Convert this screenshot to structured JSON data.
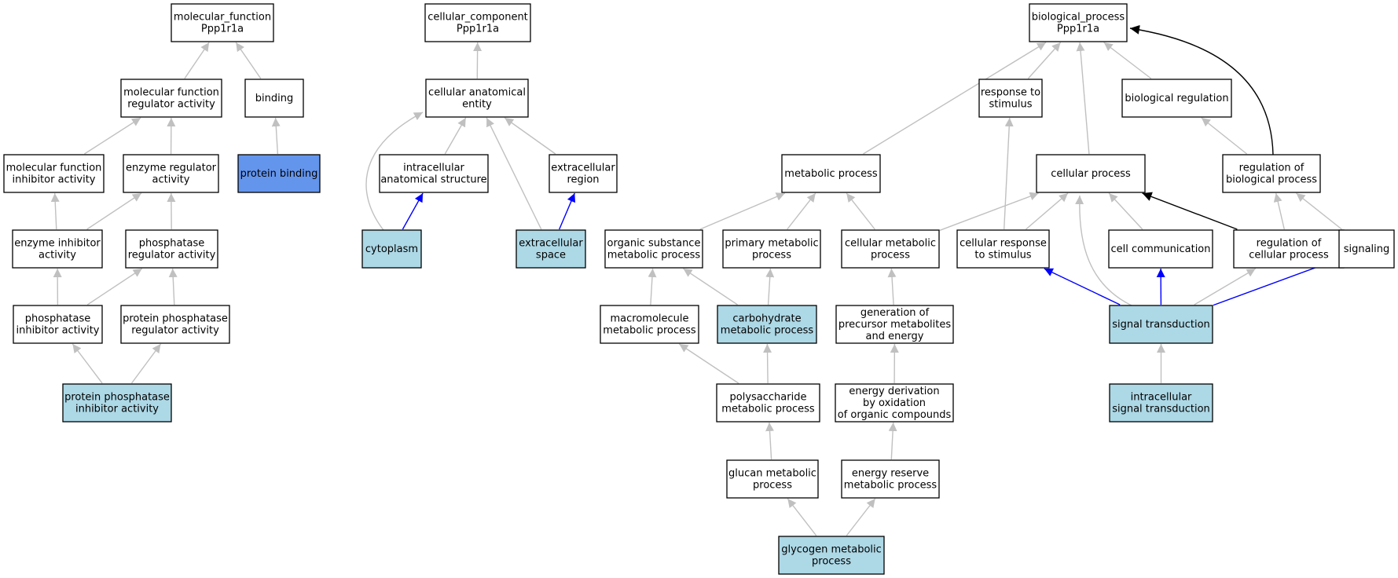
{
  "colors": {
    "default_fill": "#ffffff",
    "annotated_fill": "#add8e6",
    "query_fill": "#6495ed",
    "edge_gray": "#c0c0c0",
    "edge_blue": "#0000ff",
    "edge_black": "#000000"
  },
  "nodes": [
    {
      "id": "mf",
      "lines": [
        "molecular_function",
        "Ppp1r1a"
      ]
    },
    {
      "id": "mfra",
      "lines": [
        "molecular function",
        "regulator activity"
      ]
    },
    {
      "id": "binding",
      "lines": [
        "binding"
      ]
    },
    {
      "id": "mfia",
      "lines": [
        "molecular function",
        "inhibitor activity"
      ]
    },
    {
      "id": "era",
      "lines": [
        "enzyme regulator",
        "activity"
      ]
    },
    {
      "id": "pb",
      "lines": [
        "protein binding"
      ],
      "style": "query"
    },
    {
      "id": "eia",
      "lines": [
        "enzyme inhibitor",
        "activity"
      ]
    },
    {
      "id": "phra",
      "lines": [
        "phosphatase",
        "regulator activity"
      ]
    },
    {
      "id": "phia",
      "lines": [
        "phosphatase",
        "inhibitor activity"
      ]
    },
    {
      "id": "ppra",
      "lines": [
        "protein phosphatase",
        "regulator activity"
      ]
    },
    {
      "id": "ppia",
      "lines": [
        "protein phosphatase",
        "inhibitor activity"
      ],
      "style": "annotated"
    },
    {
      "id": "cc",
      "lines": [
        "cellular_component",
        "Ppp1r1a"
      ]
    },
    {
      "id": "cae",
      "lines": [
        "cellular anatomical",
        "entity"
      ]
    },
    {
      "id": "ias",
      "lines": [
        "intracellular",
        "anatomical structure"
      ]
    },
    {
      "id": "er",
      "lines": [
        "extracellular",
        "region"
      ]
    },
    {
      "id": "cyto",
      "lines": [
        "cytoplasm"
      ],
      "style": "annotated"
    },
    {
      "id": "es",
      "lines": [
        "extracellular",
        "space"
      ],
      "style": "annotated"
    },
    {
      "id": "bp",
      "lines": [
        "biological_process",
        "Ppp1r1a"
      ]
    },
    {
      "id": "rts",
      "lines": [
        "response to",
        "stimulus"
      ]
    },
    {
      "id": "breg",
      "lines": [
        "biological regulation"
      ]
    },
    {
      "id": "mp",
      "lines": [
        "metabolic process"
      ]
    },
    {
      "id": "cp",
      "lines": [
        "cellular process"
      ]
    },
    {
      "id": "rbp",
      "lines": [
        "regulation of",
        "biological process"
      ]
    },
    {
      "id": "osmp",
      "lines": [
        "organic substance",
        "metabolic process"
      ]
    },
    {
      "id": "pmp",
      "lines": [
        "primary metabolic",
        "process"
      ]
    },
    {
      "id": "cmp",
      "lines": [
        "cellular metabolic",
        "process"
      ]
    },
    {
      "id": "crts",
      "lines": [
        "cellular response",
        "to stimulus"
      ]
    },
    {
      "id": "ccom",
      "lines": [
        "cell communication"
      ]
    },
    {
      "id": "rcp",
      "lines": [
        "regulation of",
        "cellular process"
      ]
    },
    {
      "id": "sig",
      "lines": [
        "signaling"
      ]
    },
    {
      "id": "mmp",
      "lines": [
        "macromolecule",
        "metabolic process"
      ]
    },
    {
      "id": "chmp",
      "lines": [
        "carbohydrate",
        "metabolic process"
      ],
      "style": "annotated"
    },
    {
      "id": "gpme",
      "lines": [
        "generation of",
        "precursor metabolites",
        "and energy"
      ]
    },
    {
      "id": "st",
      "lines": [
        "signal transduction"
      ],
      "style": "annotated"
    },
    {
      "id": "psmp",
      "lines": [
        "polysaccharide",
        "metabolic process"
      ]
    },
    {
      "id": "edoc",
      "lines": [
        "energy derivation",
        "by oxidation",
        "of organic compounds"
      ]
    },
    {
      "id": "ist",
      "lines": [
        "intracellular",
        "signal transduction"
      ],
      "style": "annotated"
    },
    {
      "id": "gmp",
      "lines": [
        "glucan metabolic",
        "process"
      ]
    },
    {
      "id": "ermp",
      "lines": [
        "energy reserve",
        "metabolic process"
      ]
    },
    {
      "id": "glymp",
      "lines": [
        "glycogen metabolic",
        "process"
      ],
      "style": "annotated"
    }
  ],
  "edges": [
    {
      "from": "mfra",
      "to": "mf",
      "kind": "is_a"
    },
    {
      "from": "binding",
      "to": "mf",
      "kind": "is_a"
    },
    {
      "from": "mfia",
      "to": "mfra",
      "kind": "is_a"
    },
    {
      "from": "era",
      "to": "mfra",
      "kind": "is_a"
    },
    {
      "from": "pb",
      "to": "binding",
      "kind": "is_a"
    },
    {
      "from": "eia",
      "to": "mfia",
      "kind": "is_a"
    },
    {
      "from": "eia",
      "to": "era",
      "kind": "is_a"
    },
    {
      "from": "phra",
      "to": "era",
      "kind": "is_a"
    },
    {
      "from": "phia",
      "to": "eia",
      "kind": "is_a"
    },
    {
      "from": "phia",
      "to": "phra",
      "kind": "is_a"
    },
    {
      "from": "ppra",
      "to": "phra",
      "kind": "is_a"
    },
    {
      "from": "ppia",
      "to": "phia",
      "kind": "is_a"
    },
    {
      "from": "ppia",
      "to": "ppra",
      "kind": "is_a"
    },
    {
      "from": "cae",
      "to": "cc",
      "kind": "is_a"
    },
    {
      "from": "ias",
      "to": "cae",
      "kind": "is_a"
    },
    {
      "from": "er",
      "to": "cae",
      "kind": "is_a"
    },
    {
      "from": "cyto",
      "to": "cae",
      "kind": "is_a"
    },
    {
      "from": "cyto",
      "to": "ias",
      "kind": "part_of"
    },
    {
      "from": "es",
      "to": "cae",
      "kind": "is_a"
    },
    {
      "from": "es",
      "to": "er",
      "kind": "part_of"
    },
    {
      "from": "rts",
      "to": "bp",
      "kind": "is_a"
    },
    {
      "from": "breg",
      "to": "bp",
      "kind": "is_a"
    },
    {
      "from": "mp",
      "to": "bp",
      "kind": "is_a"
    },
    {
      "from": "cp",
      "to": "bp",
      "kind": "is_a"
    },
    {
      "from": "rbp",
      "to": "bp",
      "kind": "regulates"
    },
    {
      "from": "rbp",
      "to": "breg",
      "kind": "is_a"
    },
    {
      "from": "osmp",
      "to": "mp",
      "kind": "is_a"
    },
    {
      "from": "pmp",
      "to": "mp",
      "kind": "is_a"
    },
    {
      "from": "cmp",
      "to": "mp",
      "kind": "is_a"
    },
    {
      "from": "cmp",
      "to": "cp",
      "kind": "is_a"
    },
    {
      "from": "crts",
      "to": "rts",
      "kind": "is_a"
    },
    {
      "from": "crts",
      "to": "cp",
      "kind": "is_a"
    },
    {
      "from": "ccom",
      "to": "cp",
      "kind": "is_a"
    },
    {
      "from": "rcp",
      "to": "cp",
      "kind": "regulates"
    },
    {
      "from": "rcp",
      "to": "rbp",
      "kind": "is_a"
    },
    {
      "from": "sig",
      "to": "rbp",
      "kind": "is_a"
    },
    {
      "from": "mmp",
      "to": "osmp",
      "kind": "is_a"
    },
    {
      "from": "chmp",
      "to": "osmp",
      "kind": "is_a"
    },
    {
      "from": "chmp",
      "to": "pmp",
      "kind": "is_a"
    },
    {
      "from": "gpme",
      "to": "cmp",
      "kind": "is_a"
    },
    {
      "from": "st",
      "to": "crts",
      "kind": "part_of"
    },
    {
      "from": "st",
      "to": "ccom",
      "kind": "part_of"
    },
    {
      "from": "st",
      "to": "cp",
      "kind": "is_a"
    },
    {
      "from": "st",
      "to": "rcp",
      "kind": "is_a"
    },
    {
      "from": "st",
      "to": "sig",
      "kind": "part_of"
    },
    {
      "from": "psmp",
      "to": "mmp",
      "kind": "is_a"
    },
    {
      "from": "psmp",
      "to": "chmp",
      "kind": "is_a"
    },
    {
      "from": "edoc",
      "to": "gpme",
      "kind": "is_a"
    },
    {
      "from": "ist",
      "to": "st",
      "kind": "is_a"
    },
    {
      "from": "gmp",
      "to": "psmp",
      "kind": "is_a"
    },
    {
      "from": "ermp",
      "to": "edoc",
      "kind": "is_a"
    },
    {
      "from": "glymp",
      "to": "gmp",
      "kind": "is_a"
    },
    {
      "from": "glymp",
      "to": "ermp",
      "kind": "is_a"
    }
  ]
}
